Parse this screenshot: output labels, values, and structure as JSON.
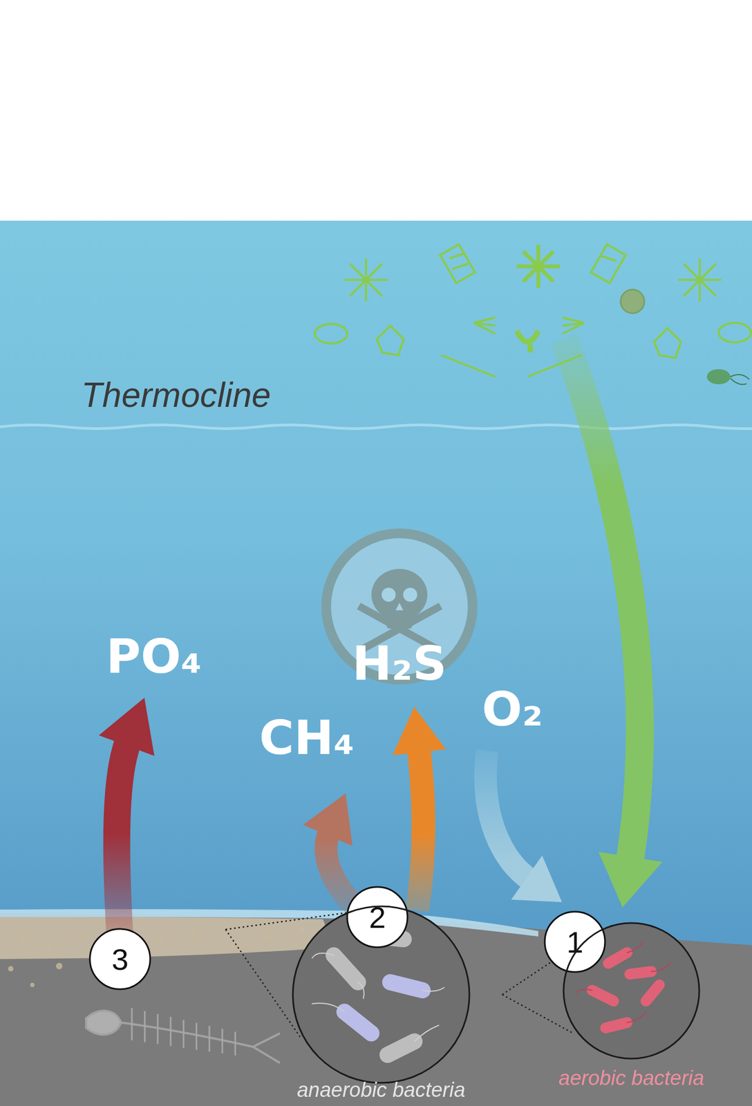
{
  "diagram": {
    "nodes": [
      {
        "text": [
          "H₂S"
        ]
      },
      {
        "text": [
          "2"
        ]
      },
      {
        "text": [
          "1"
        ]
      },
      {
        "text": [
          "3"
        ]
      },
      {
        "text": [
          "anaerobic bacteria"
        ]
      },
      {
        "text": [
          "aerobic bacteria"
        ]
      }
    ],
    "labels": [
      "Thermocline",
      "PO₄",
      "CH₄",
      "O₂"
    ]
  }
}
